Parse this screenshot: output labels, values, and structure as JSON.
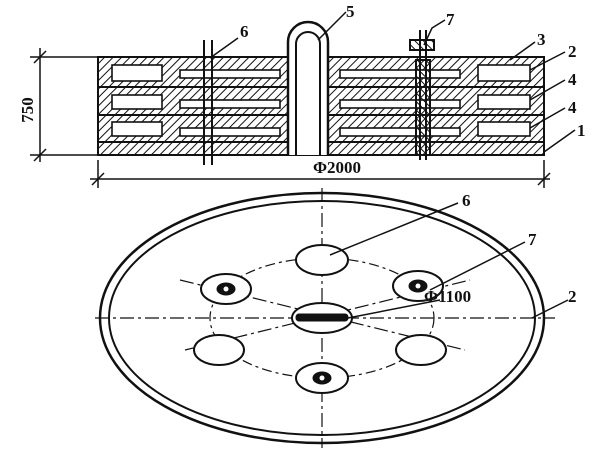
{
  "section_view": {
    "height_dim": "750",
    "width_dim": "Φ2000",
    "callouts": [
      "1",
      "2",
      "3",
      "4",
      "4",
      "5",
      "6",
      "7"
    ]
  },
  "plan_view": {
    "bolt_circle_dim": "Φ1100",
    "callouts": [
      "6",
      "7",
      "2"
    ]
  },
  "colors": {
    "ink": "#111111",
    "paper": "#ffffff"
  }
}
